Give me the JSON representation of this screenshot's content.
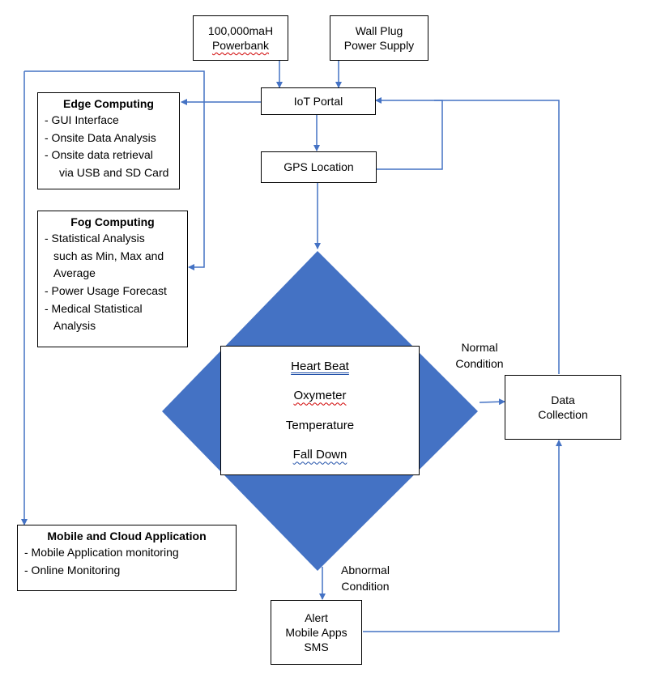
{
  "power_sources": {
    "powerbank": [
      "100,000maH",
      "Powerbank"
    ],
    "wall_plug": [
      "Wall Plug",
      "Power Supply"
    ]
  },
  "iot_portal": "IoT Portal",
  "gps_location": "GPS Location",
  "edge_computing": {
    "title": "Edge Computing",
    "items": [
      "- GUI Interface",
      "- Onsite Data Analysis",
      "- Onsite data retrieval",
      "via USB and SD Card"
    ]
  },
  "fog_computing": {
    "title": "Fog Computing",
    "items": [
      "- Statistical Analysis",
      "such as Min, Max and",
      "Average",
      "- Power Usage Forecast",
      "- Medical Statistical",
      "Analysis"
    ]
  },
  "sensors": [
    "Heart Beat",
    "Oxymeter",
    "Temperature",
    "Fall Down"
  ],
  "normal_condition": [
    "Normal",
    "Condition"
  ],
  "abnormal_condition": [
    "Abnormal",
    "Condition"
  ],
  "data_collection": [
    "Data",
    "Collection"
  ],
  "mobile_cloud": {
    "title": "Mobile and Cloud Application",
    "items": [
      "- Mobile Application monitoring",
      "- Online Monitoring"
    ]
  },
  "alert": [
    "Alert",
    "Mobile Apps",
    "SMS"
  ],
  "colors": {
    "diamond": "#4472c4",
    "connector": "#4472c4",
    "box_border": "#000000",
    "spell_underline": "#d00000"
  }
}
